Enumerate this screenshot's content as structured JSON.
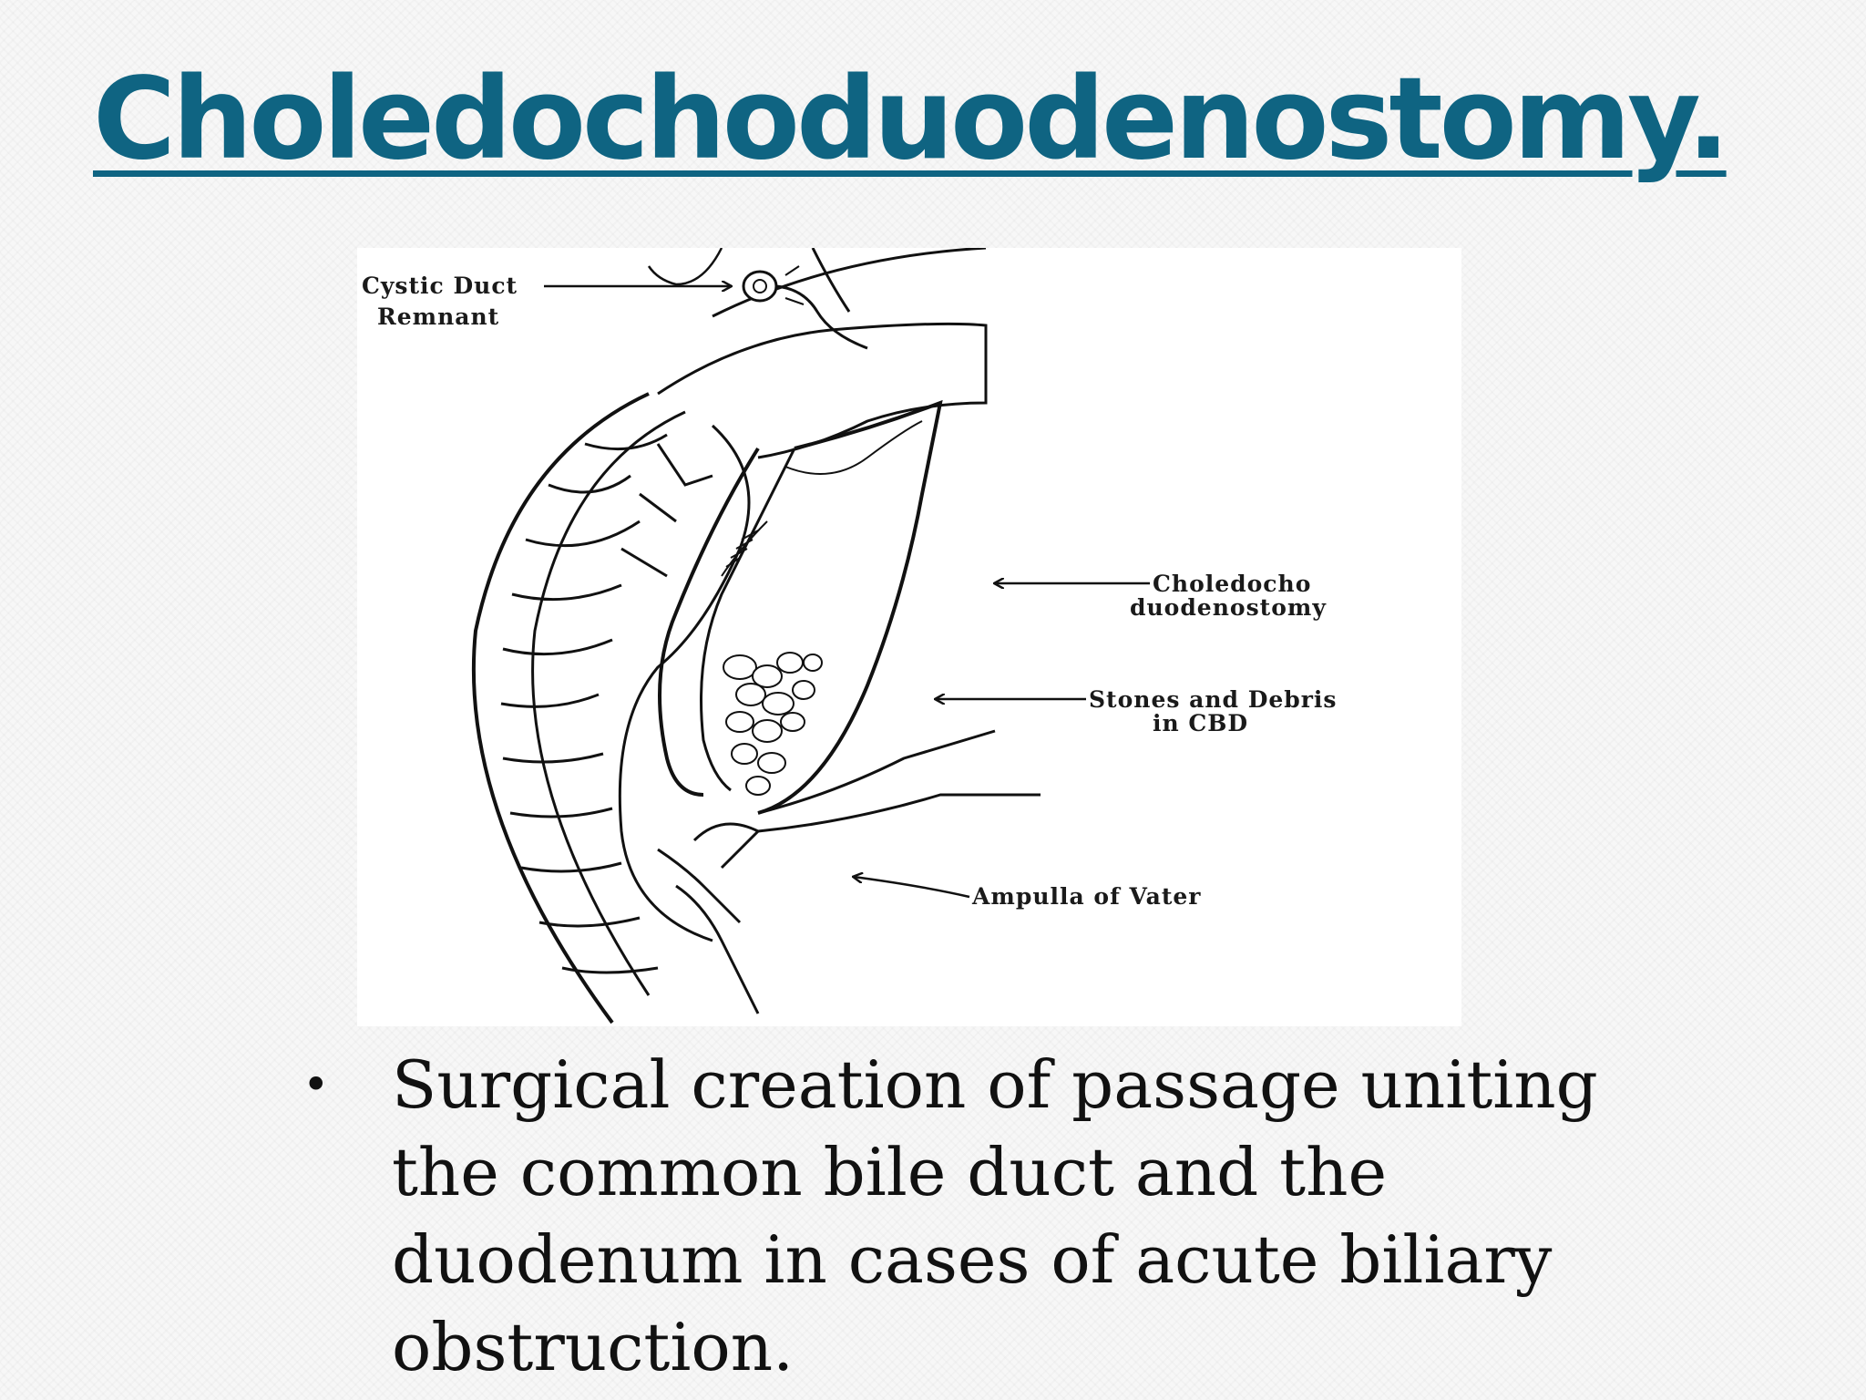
{
  "slide": {
    "title": "Choledochoduodenostomy."
  },
  "diagram": {
    "labels": {
      "cystic_duct_line1": "Cystic Duct",
      "cystic_duct_line2": "Remnant",
      "choledocho_line1": "Choledocho",
      "choledocho_line2": "duodenostomy",
      "stones_line1": "Stones and Debris",
      "stones_line2": "in CBD",
      "ampulla": "Ampulla of Vater"
    }
  },
  "bullets": [
    {
      "marker": "•",
      "text": "Surgical creation of passage uniting the common bile duct and the duodenum in cases of acute biliary obstruction."
    }
  ],
  "colors": {
    "title": "#0f6482",
    "text": "#111111",
    "background": "#f7f7f7"
  }
}
